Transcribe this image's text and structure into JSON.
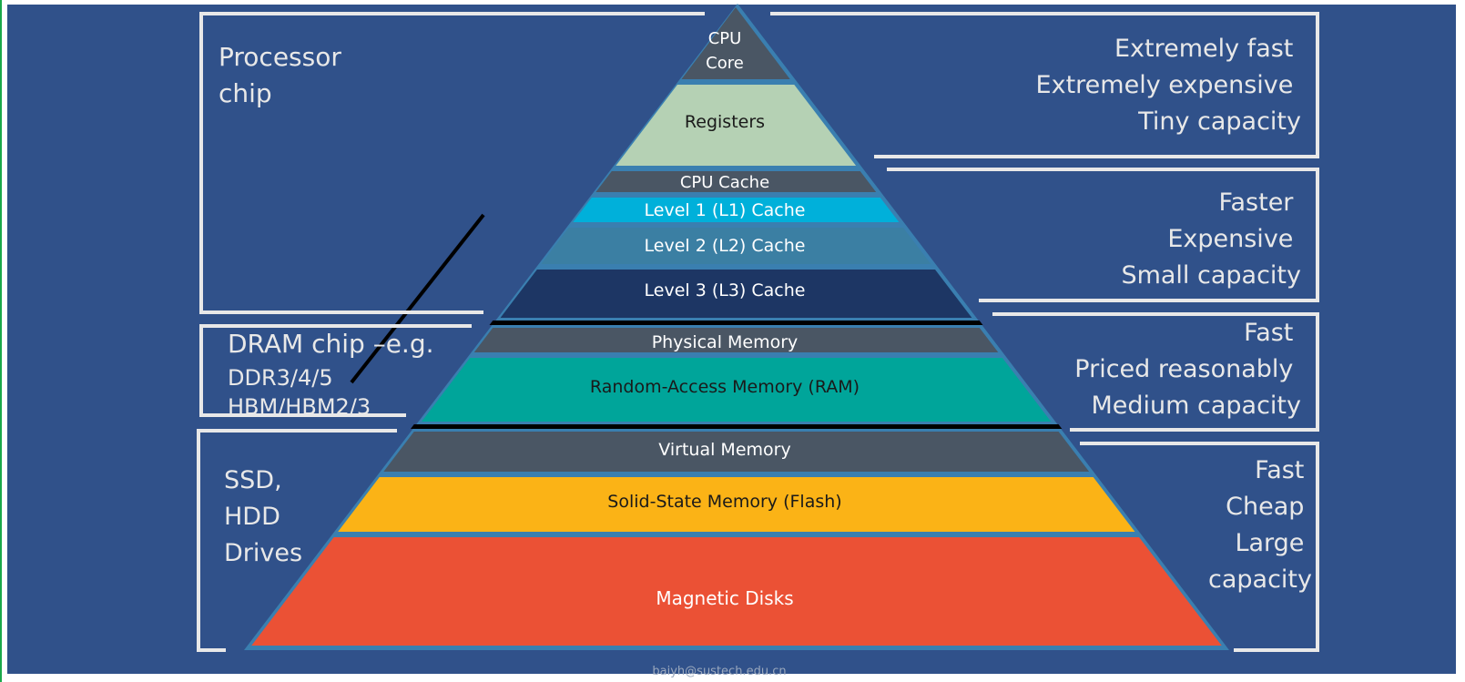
{
  "diagram": {
    "tiers": [
      {
        "id": "cpu-core",
        "label_lines": [
          "CPU",
          "Core"
        ],
        "color": "#4a5664",
        "text_color": "#ffffff"
      },
      {
        "id": "registers",
        "label_lines": [
          "Registers"
        ],
        "color": "#b5d1b4",
        "text_color": "#1a1a1a"
      },
      {
        "id": "cpu-cache",
        "label_lines": [
          "CPU Cache"
        ],
        "color": "#4a5664",
        "text_color": "#ffffff"
      },
      {
        "id": "l1-cache",
        "label_lines": [
          "Level 1 (L1) Cache"
        ],
        "color": "#00b0da",
        "text_color": "#ffffff"
      },
      {
        "id": "l2-cache",
        "label_lines": [
          "Level 2 (L2) Cache"
        ],
        "color": "#3b7fa3",
        "text_color": "#ffffff"
      },
      {
        "id": "l3-cache",
        "label_lines": [
          "Level 3 (L3) Cache"
        ],
        "color": "#1d3664",
        "text_color": "#ffffff"
      },
      {
        "id": "physical-memory",
        "label_lines": [
          "Physical Memory"
        ],
        "color": "#4a5664",
        "text_color": "#ffffff"
      },
      {
        "id": "ram",
        "label_lines": [
          "Random-Access Memory (RAM)"
        ],
        "color": "#00a59a",
        "text_color": "#1a1a1a"
      },
      {
        "id": "virtual-memory",
        "label_lines": [
          "Virtual Memory"
        ],
        "color": "#4a5664",
        "text_color": "#ffffff"
      },
      {
        "id": "flash",
        "label_lines": [
          "Solid-State Memory (Flash)"
        ],
        "color": "#fbb316",
        "text_color": "#1a1a1a"
      },
      {
        "id": "magnetic-disks",
        "label_lines": [
          "Magnetic Disks"
        ],
        "color": "#eb5135",
        "text_color": "#ffffff"
      }
    ],
    "left_groups": [
      {
        "id": "processor-chip",
        "lines": [
          "Processor",
          "chip"
        ]
      },
      {
        "id": "dram-chip",
        "lines": [
          "DRAM chip –e.g.",
          "DDR3/4/5",
          "HBM/HBM2/3"
        ]
      },
      {
        "id": "storage-drives",
        "lines": [
          "SSD,",
          "HDD",
          "Drives"
        ]
      }
    ],
    "right_groups": [
      {
        "id": "extremely-fast",
        "lines": [
          "Extremely fast",
          "Extremely expensive",
          "Tiny capacity"
        ]
      },
      {
        "id": "faster",
        "lines": [
          "Faster",
          "Expensive",
          "Small capacity"
        ]
      },
      {
        "id": "fast-reasonable",
        "lines": [
          "Fast",
          "Priced reasonably",
          "Medium capacity"
        ]
      },
      {
        "id": "fast-cheap",
        "lines": [
          "Fast",
          "Cheap",
          "Large",
          "capacity"
        ]
      }
    ],
    "footer": "baiyh@sustech.edu.cn",
    "colors": {
      "background": "#30518a",
      "bracket": "#e8e8e8",
      "separator": "#000000",
      "pyramid_outline": "#3a7fb0"
    }
  }
}
